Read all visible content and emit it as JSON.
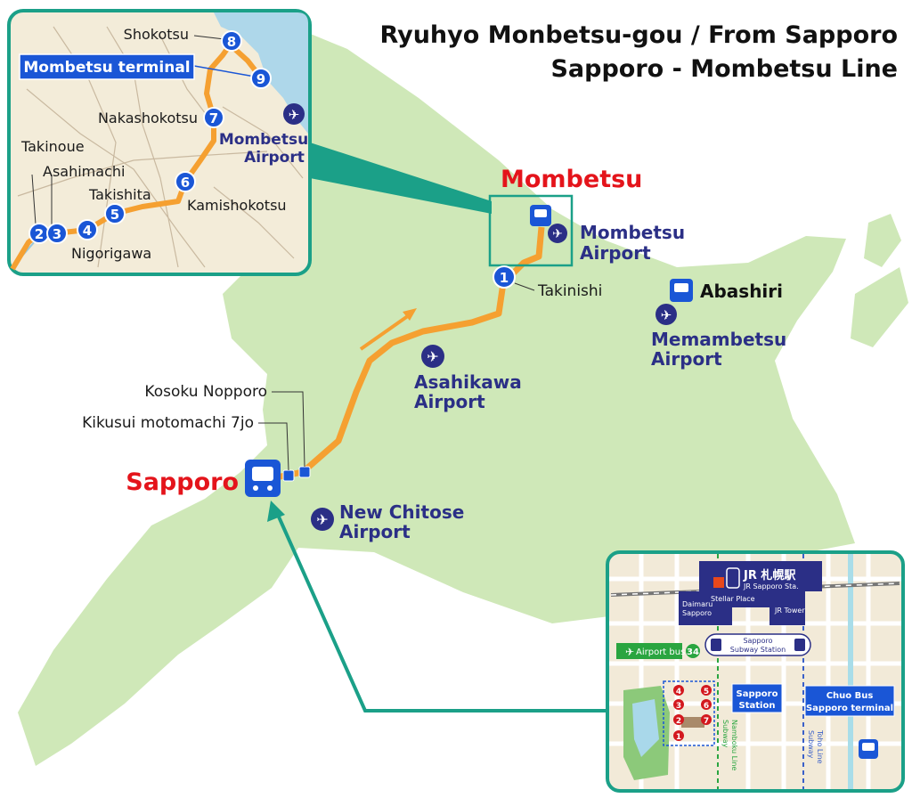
{
  "title_line1": "Ryuhyo Monbetsu-gou / From Sapporo",
  "title_line2": "Sapporo - Mombetsu Line",
  "cities": {
    "sapporo": "Sapporo",
    "mombetsu": "Mombetsu",
    "abashiri": "Abashiri"
  },
  "airports": {
    "new_chitose": [
      "New Chitose",
      "Airport"
    ],
    "asahikawa": [
      "Asahikawa",
      "Airport"
    ],
    "memambetsu": [
      "Memambetsu",
      "Airport"
    ],
    "mombetsu": [
      "Mombetsu",
      "Airport"
    ]
  },
  "stops": {
    "kosoku_nopporo": "Kosoku Nopporo",
    "kikusui": "Kikusui motomachi 7jo",
    "takinishi": "Takinishi"
  },
  "inset_top": {
    "terminal": "Mombetsu terminal",
    "stops": [
      {
        "n": "2",
        "name": "Takinoue"
      },
      {
        "n": "3",
        "name": "Asahimachi"
      },
      {
        "n": "4",
        "name": "Nigorigawa"
      },
      {
        "n": "5",
        "name": "Takishita"
      },
      {
        "n": "6",
        "name": "Kamishokotsu"
      },
      {
        "n": "7",
        "name": "Nakashokotsu"
      },
      {
        "n": "8",
        "name": "Shokotsu"
      },
      {
        "n": "9",
        "name": ""
      }
    ],
    "stop1": "1"
  },
  "inset_bottom": {
    "jr_station_jp": "JR 札幌駅",
    "jr_station_en": "JR Sapporo Sta.",
    "stellar_place": "Stellar Place",
    "daimaru": [
      "Daimaru",
      "Sapporo"
    ],
    "jr_tower": "JR Tower",
    "subway_station": [
      "Sapporo",
      "Subway Station"
    ],
    "airport_bus": "Airport bus",
    "airport_bus_no": "34",
    "sapporo_station": [
      "Sapporo",
      "Station"
    ],
    "chuo_bus": [
      "Chuo Bus",
      "Sapporo terminal"
    ],
    "namboku_line": [
      "Subway",
      "Namboku Line"
    ],
    "toho_line": [
      "Subway",
      "Toho Line"
    ],
    "platforms": [
      "1",
      "2",
      "3",
      "4",
      "5",
      "6",
      "7"
    ]
  },
  "colors": {
    "land": "#cfe8b8",
    "sea": "#ffffff",
    "route": "#f5a031",
    "accent": "#1ba088",
    "stop": "#1a56d6",
    "city": "#e4141b",
    "airport": "#2b2f86"
  }
}
